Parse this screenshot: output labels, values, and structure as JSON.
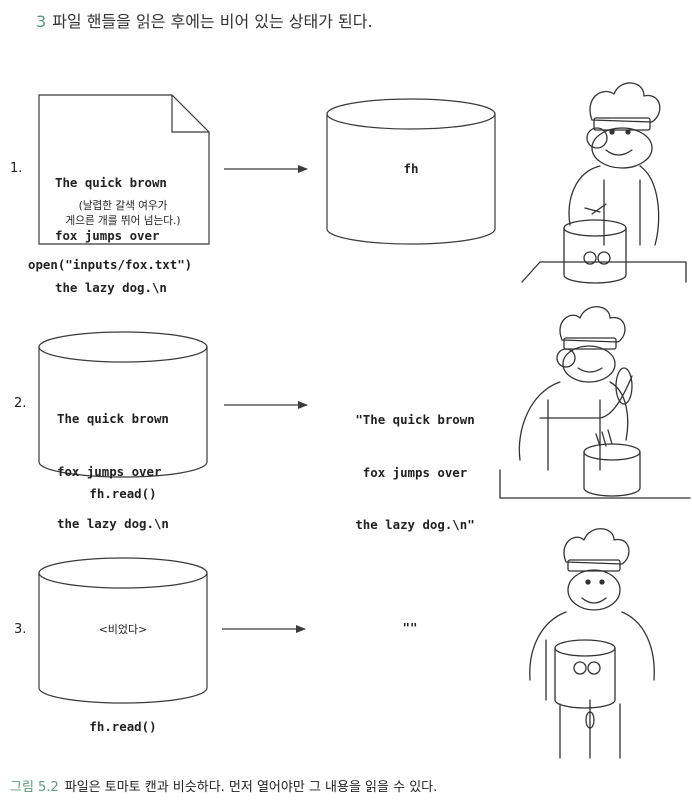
{
  "heading": {
    "number": "3",
    "text": "파일 핸들을 읽은 후에는 비어 있는 상태가 된다."
  },
  "steps": [
    {
      "number": "1.",
      "source_lines": [
        "The quick brown",
        "fox jumps over",
        "the lazy dog.\\n"
      ],
      "source_note_lines": [
        "(날렵한 갈색 여우가",
        "게으른 개를 뛰어 넘는다.)"
      ],
      "source_label": "open(\"inputs/fox.txt\")",
      "result": "fh"
    },
    {
      "number": "2.",
      "source_lines": [
        "The quick brown",
        "fox jumps over",
        "the lazy dog.\\n"
      ],
      "source_label": "fh.read()",
      "result_lines": [
        "\"The quick brown",
        "fox jumps over",
        "the lazy dog.\\n\""
      ]
    },
    {
      "number": "3.",
      "source_text": "<비었다>",
      "source_label": "fh.read()",
      "result": "\"\""
    }
  ],
  "caption": {
    "label": "그림 5.2",
    "text": "파일은 토마토 캔과 비슷하다. 먼저 열어야만 그 내용을 읽을 수 있다."
  },
  "icons": [
    "document-icon",
    "can-icon",
    "arrow-icon",
    "chef-icon"
  ]
}
